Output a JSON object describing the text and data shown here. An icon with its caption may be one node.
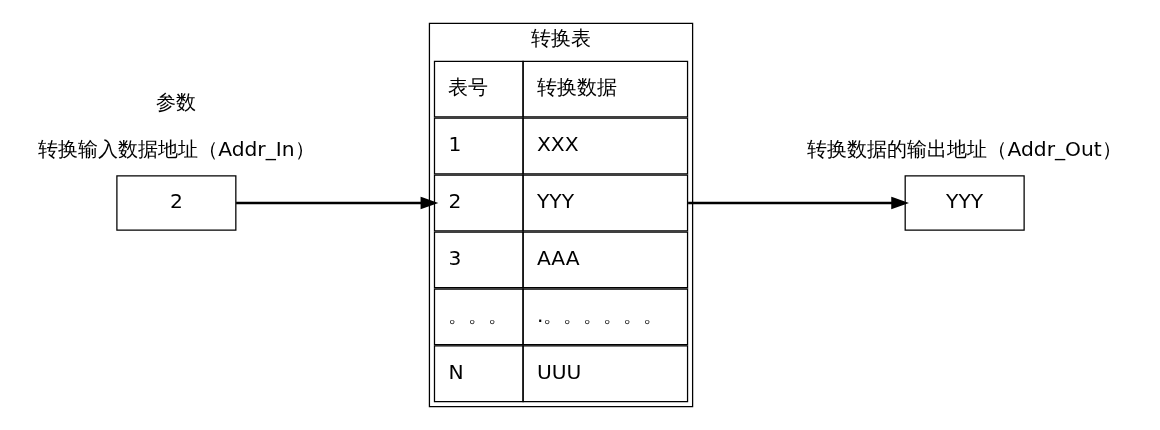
{
  "diagram": {
    "nodes": [
      {
        "text": [
          "2"
        ],
        "beside": [
          "转换输入数据地址（Addr_In）"
        ]
      },
      {
        "text": [
          "转换表"
        ]
      },
      {
        "text": [
          "表号",
          "转换数据"
        ],
        "in": 1
      },
      {
        "text": [
          "1",
          "XXX"
        ],
        "in": 1
      },
      {
        "text": [
          "2",
          "YYY"
        ],
        "in": 1
      },
      {
        "text": [
          "3",
          "AAA"
        ],
        "in": 1
      },
      {
        "text": [
          "。。。",
          ".。。。。。。"
        ],
        "in": 1
      },
      {
        "text": [
          "N",
          "UUU"
        ],
        "in": 1
      },
      {
        "text": [
          "YYY"
        ],
        "beside": [
          "转换数据的输出地址（Addr_Out）"
        ]
      }
    ],
    "edges": [
      {
        "from": 0,
        "to": 4,
        "arrow": "to"
      },
      {
        "from": 4,
        "to": 8,
        "arrow": "to"
      }
    ],
    "labels": [
      "参数"
    ]
  }
}
